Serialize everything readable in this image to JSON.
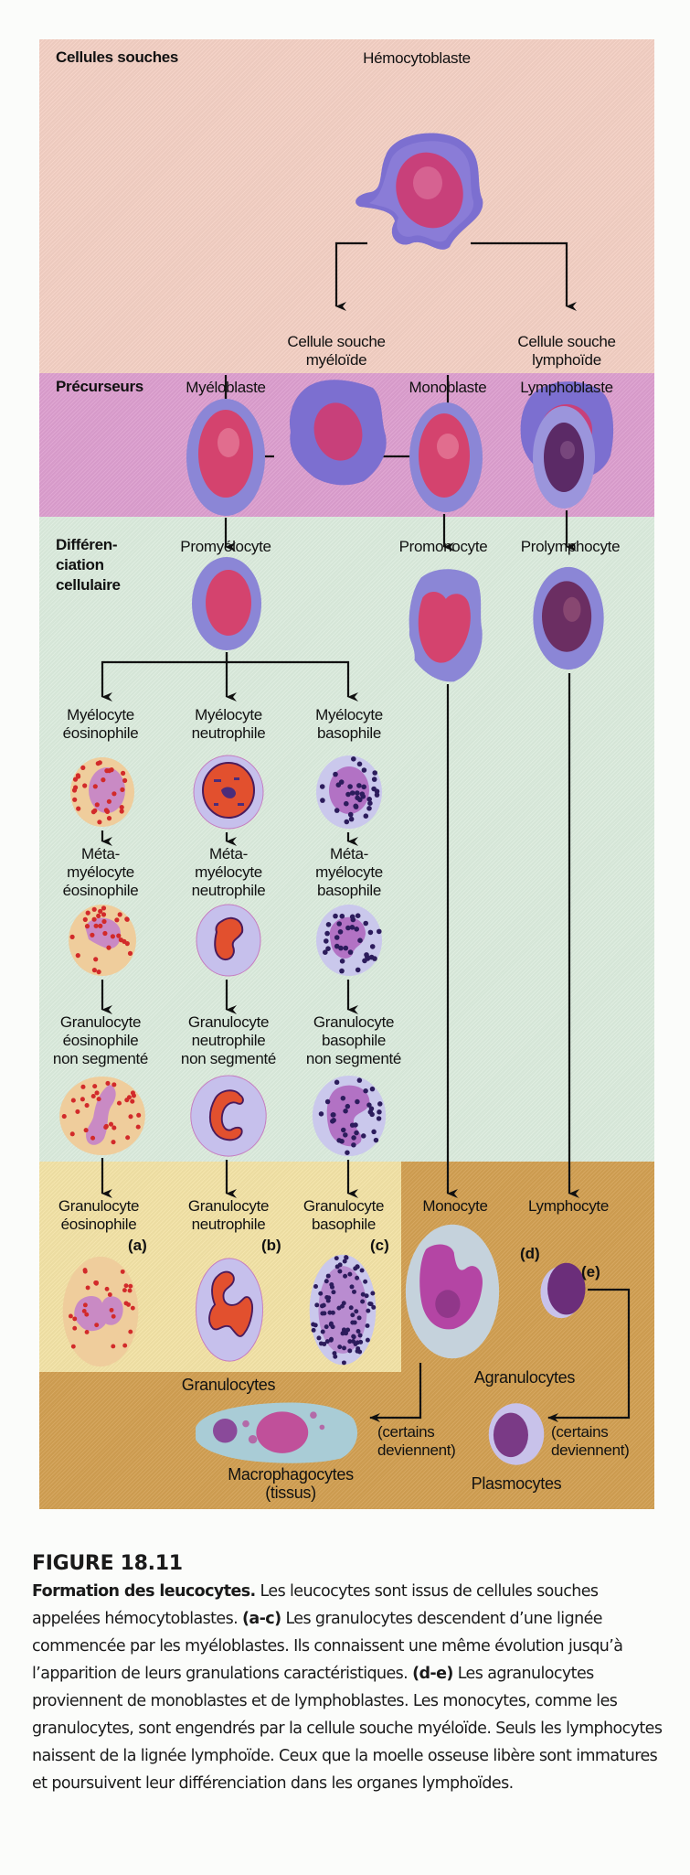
{
  "figure": {
    "sections": {
      "stem": "Cellules souches",
      "precursors": "Précurseurs",
      "differentiation": [
        "Différen-",
        "ciation",
        "cellulaire"
      ]
    },
    "stem_cells": {
      "hemocytoblast": "Hémocytoblaste",
      "myeloid": [
        "Cellule souche",
        "myéloïde"
      ],
      "lymphoid": [
        "Cellule souche",
        "lymphoïde"
      ]
    },
    "precursors": {
      "myeloblast": "Myéloblaste",
      "monoblast": "Monoblaste",
      "lymphoblast": "Lymphoblaste"
    },
    "differentiation": {
      "promyelocyte": "Promyélocyte",
      "promonocyte": "Promonocyte",
      "prolymphocyte": "Prolymphocyte",
      "myelocytes": [
        [
          "Myélocyte",
          "éosinophile"
        ],
        [
          "Myélocyte",
          "neutrophile"
        ],
        [
          "Myélocyte",
          "basophile"
        ]
      ],
      "metamyelocytes": [
        [
          "Méta-",
          "myélocyte",
          "éosinophile"
        ],
        [
          "Méta-",
          "myélocyte",
          "neutrophile"
        ],
        [
          "Méta-",
          "myélocyte",
          "basophile"
        ]
      ],
      "band_cells": [
        [
          "Granulocyte",
          "éosinophile",
          "non segmenté"
        ],
        [
          "Granulocyte",
          "neutrophile",
          "non segmenté"
        ],
        [
          "Granulocyte",
          "basophile",
          "non segmenté"
        ]
      ]
    },
    "mature": {
      "granulocytes": [
        [
          "Granulocyte",
          "éosinophile"
        ],
        [
          "Granulocyte",
          "neutrophile"
        ],
        [
          "Granulocyte",
          "basophile"
        ]
      ],
      "monocyte": "Monocyte",
      "lymphocyte": "Lymphocyte",
      "tags": [
        "(a)",
        "(b)",
        "(c)",
        "(d)",
        "(e)"
      ],
      "group_granulocytes": "Granulocytes",
      "group_agranulocytes": "Agranulocytes",
      "some_become": [
        "(certains",
        "deviennent)"
      ],
      "macrophages": [
        "Macrophagocytes",
        "(tissus)"
      ],
      "plasma_cells": "Plasmocytes"
    },
    "colors": {
      "stem_band": "#f4d0c4",
      "precursor_band": "#dd9fcf",
      "differentiation_band": "#dcecde",
      "granulocyte_band": "#f3e3a6",
      "agranulocyte_band": "#d2a052"
    }
  },
  "caption": {
    "figure_number": "FIGURE 18.11",
    "title": "Formation des leucocytes.",
    "text_1": " Les leucocytes sont issus de cellules souches appelées hémocytoblastes. ",
    "ref_ac": "(a-c)",
    "text_2": " Les granulocytes descendent d’une lignée commencée par les myéloblastes. Ils connaissent une même évolution jusqu’à l’apparition de leurs granulations caractéristiques. ",
    "ref_de": "(d-e)",
    "text_3": " Les agranulocytes proviennent de monoblastes et de lymphoblastes. Les monocytes, comme les granulocytes, sont engendrés par la cellule souche myéloïde. Seuls les lymphocytes naissent de la lignée lymphoïde. Ceux que la moelle osseuse libère sont immatures et poursuivent leur différenciation dans les organes lymphoïdes."
  }
}
